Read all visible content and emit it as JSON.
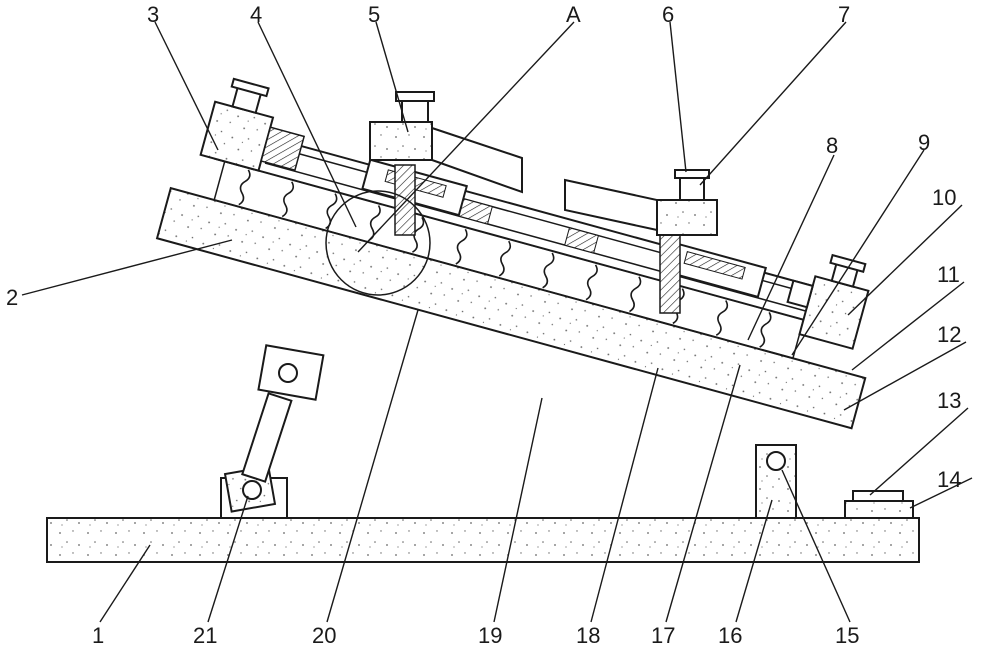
{
  "labels": [
    {
      "text": "1"
    },
    {
      "text": "2"
    },
    {
      "text": "3"
    },
    {
      "text": "4"
    },
    {
      "text": "5"
    },
    {
      "text": "A"
    },
    {
      "text": "6"
    },
    {
      "text": "7"
    },
    {
      "text": "8"
    },
    {
      "text": "9"
    },
    {
      "text": "10"
    },
    {
      "text": "11"
    },
    {
      "text": "12"
    },
    {
      "text": "13"
    },
    {
      "text": "14"
    },
    {
      "text": "15"
    },
    {
      "text": "16"
    },
    {
      "text": "17"
    },
    {
      "text": "18"
    },
    {
      "text": "19"
    },
    {
      "text": "20"
    },
    {
      "text": "21"
    }
  ],
  "colors": {
    "line": "#1a1a1a",
    "speckle": "#555555",
    "background": "#ffffff"
  }
}
